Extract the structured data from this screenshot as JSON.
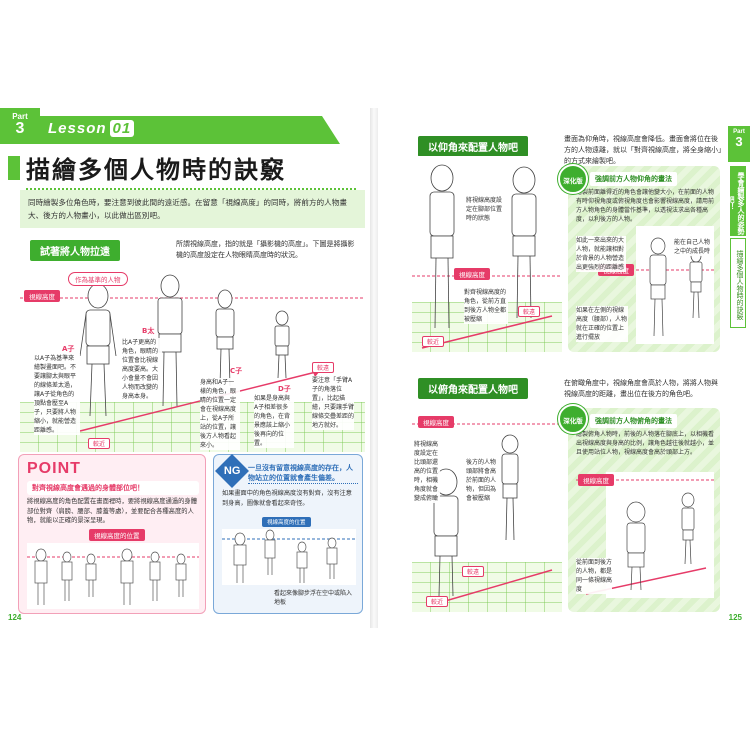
{
  "left_page": {
    "part_label": "Part",
    "part_number": "3",
    "lesson_label": "Lesson",
    "lesson_number": "01",
    "title": "描繪多個人物時的訣竅",
    "intro": "同時繪製多位角色時，要注意到彼此間的遠近感。在留意「視線高度」的同時，將前方的人物畫大、後方的人物畫小，以此做出區別吧。",
    "section_label": "試著將人物拉遠",
    "section_body": "所謂視線高度，指的就是「攝影機的高度」。下圖是將攝影機的高度設定在人物眼睛高度時的狀況。",
    "standard_figure_tag": "作為基準的人物",
    "eye_level_tag": "視線高度",
    "far_tag": "較遠",
    "near_tag": "較近",
    "figure_labels": [
      "A子",
      "B太",
      "C子",
      "D子"
    ],
    "notes": {
      "a": "以A子為基準來繪製畫面吧。不要讓腳太與眼平的線條差太過，讓A子從角色的頂點會壓至A子，只要將人物縮小，就能營造距離感。",
      "b": "比A子更高的角色，眼睛的位置會比視線高度要高。大小會量不會因人物而改變的身高本身。",
      "c": "身高和A子一樣的角色，眼睛的位置一定會在視線高度上，從A子所站的位置，讓後方人物看起來小。",
      "d": "如果是身高與A子相差很多的角色，在背景應該上縮小後再向的位置。",
      "e": "要注意「手臂A子的角落位置」，比起描繪，只要讓手臂線條交疊差距的地方就好。"
    },
    "point_box": {
      "label": "POINT",
      "subtitle": "對齊視線高度會遇過的身體部位吧！",
      "body": "將視線高度的角色配置在畫面裡時，要將視線高度通過的身體部位對齊（肩膀、腰部、膝蓋等處），並要配合各種高度的人物，就能以正確的景深呈現。",
      "tag": "視線高度的位置"
    },
    "ng_box": {
      "badge": "NG",
      "title": "一旦沒有留意視線高度的存在，人物站立的位置就會產生偏差。",
      "body": "如果畫面中的角色視線高度沒有對齊，沒有注意到身高，圖像就會看起來奇怪。",
      "tag": "視線高度的位置",
      "caption": "看起來像腳步浮在空中或陷入地板"
    },
    "page_number": "124"
  },
  "right_page": {
    "section1_label": "以仰角來配置人物吧",
    "section1_body": "畫面為仰角時，視線高度會降低。畫面會將位在後方的人物遠離，就以「對齊視線高度，將全身縮小」的方式來繪製吧。",
    "section1_eye_tag": "視線高度",
    "section1_note": "將視線高度設定在腳部位置時的狀態",
    "section1_note2": "對齊視線高度的角色，從前方直到後方人物全都被壓縮",
    "far_tag": "較遠",
    "near_tag": "較近",
    "badge1": "深化版",
    "panel1_head": "強調前方人物仰角的畫法",
    "panel1_body": "繪製前面離得近的角色會讓他變大小，在前面的人物有時仰視角度或俯視角度也會影響視線高度，請用前方人物角色的身體當作基準，以透視法求出各種高度，以利後方的人物。",
    "panel1_note1": "如此一來出來的大人物，就能讓相對於背景的人物營造出更強烈的距離感",
    "panel1_note2": "能在自己人物之中的成長時",
    "panel1_note3": "如果在左側的視線高度（腰部），人物就在正確的位置上進行擺放",
    "panel1_eye_tag": "視線高度",
    "section2_label": "以俯角來配置人物吧",
    "section2_body": "在俯瞰角度中，視線角度會高於人物，將將人物與視線高度的距離，畫出位在後方的角色吧。",
    "section2_eye_tag": "視線高度",
    "section2_note1": "將視線高度設定在比頭部還高的位置時，相機角度就會變成俯瞰",
    "section2_note2": "後方的人物頭部將會高於前面的人物，但因為會被壓縮",
    "badge2": "深化版",
    "panel2_head": "強調前方人物俯角的畫法",
    "panel2_body": "繪製俯角人物時，前後的人物落在腳底上，以相機看出視線高度與身高的比例，讓角色越往後就越小，並且使用站位人物，視線高度會高於頭部上方。",
    "panel2_eye_tag": "視線高度",
    "panel2_note": "從前面到後方的人物，都是同一條視線高度",
    "side_tab_label": "Part",
    "side_tab_number": "3",
    "side_strip1": "學會繪製多人的姿勢吧！",
    "side_strip2": "描繪多個人物時的訣竅",
    "page_number": "125"
  }
}
